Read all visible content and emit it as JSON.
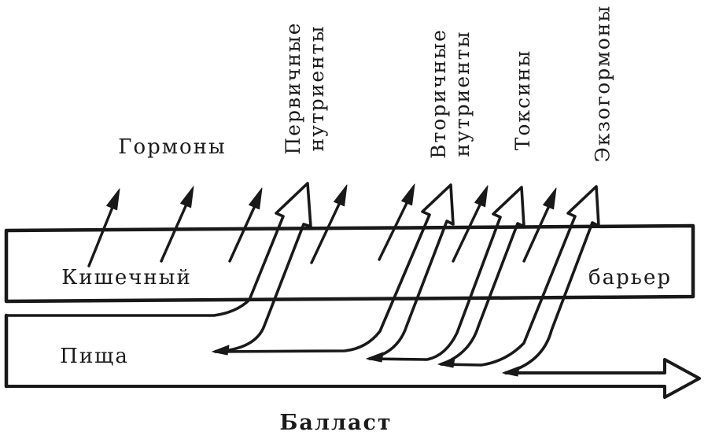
{
  "figure": {
    "kind": "scanned line diagram",
    "subject": "Flows of substances from food through the intestinal barrier"
  },
  "colors": {
    "ink": "#191919",
    "background": "#ffffff"
  },
  "labels": {
    "hormones": "Гормоны",
    "primary_nutrients": {
      "line1": "Первичные",
      "line2": "нутриенты"
    },
    "secondary_nutrients": {
      "line1": "Вторичные",
      "line2": "нутриенты"
    },
    "toxins": "Токсины",
    "exohormones": "Экзогормоны",
    "barrier_left": "Кишечный",
    "barrier_right": "барьер",
    "food": "Пища",
    "ballast": "Балласт"
  },
  "arrows": {
    "hormone_thin_arrows_count": 3,
    "thin_arrows_total": 7,
    "hollow_peel_arrows": [
      "Первичные нутриенты",
      "Вторичные нутриенты",
      "Токсины",
      "Экзогормоны"
    ],
    "horizontal_exit_arrow": "Балласт",
    "direction_up": "through intestinal barrier, up-right",
    "direction_exit": "right"
  }
}
